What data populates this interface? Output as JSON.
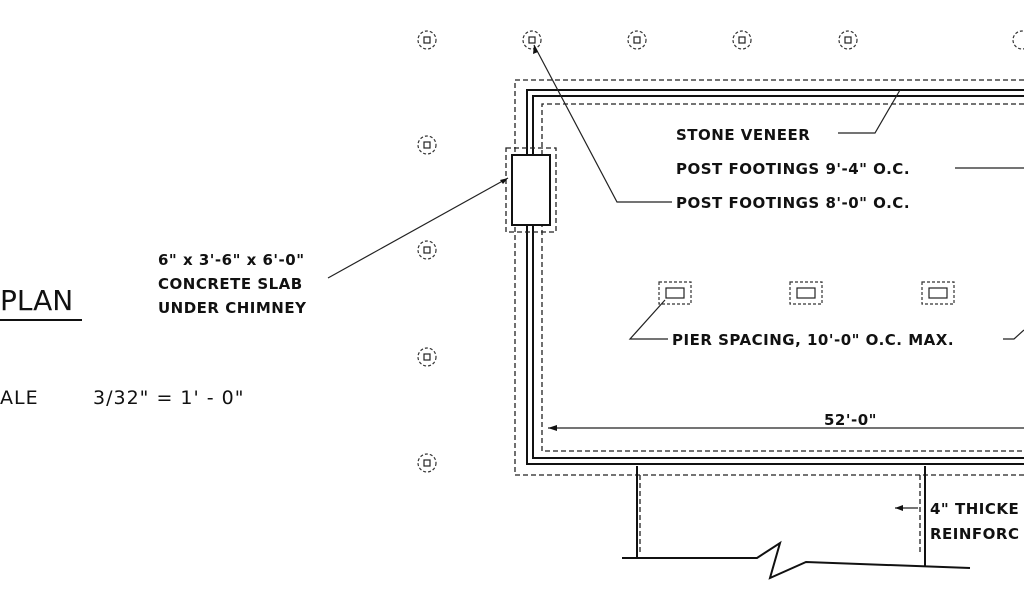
{
  "title": {
    "plan": "PLAN",
    "scale_label": "ALE",
    "scale_value": "3/32\" = 1' - 0\""
  },
  "slab_note": {
    "line1": "6\" x 3'-6\" x 6'-0\"",
    "line2": "CONCRETE SLAB",
    "line3": "UNDER CHIMNEY"
  },
  "notes": {
    "stone_veneer": "STONE VENEER",
    "post_footings_a": "POST FOOTINGS 9'-4\" O.C.",
    "post_footings_b": "POST FOOTINGS 8'-0\" O.C.",
    "pier_spacing": "PIER SPACING, 10'-0\" O.C. MAX.",
    "dimension": "52'-0\"",
    "slab_line1": "4\" THICKE",
    "slab_line2": "REINFORC"
  }
}
